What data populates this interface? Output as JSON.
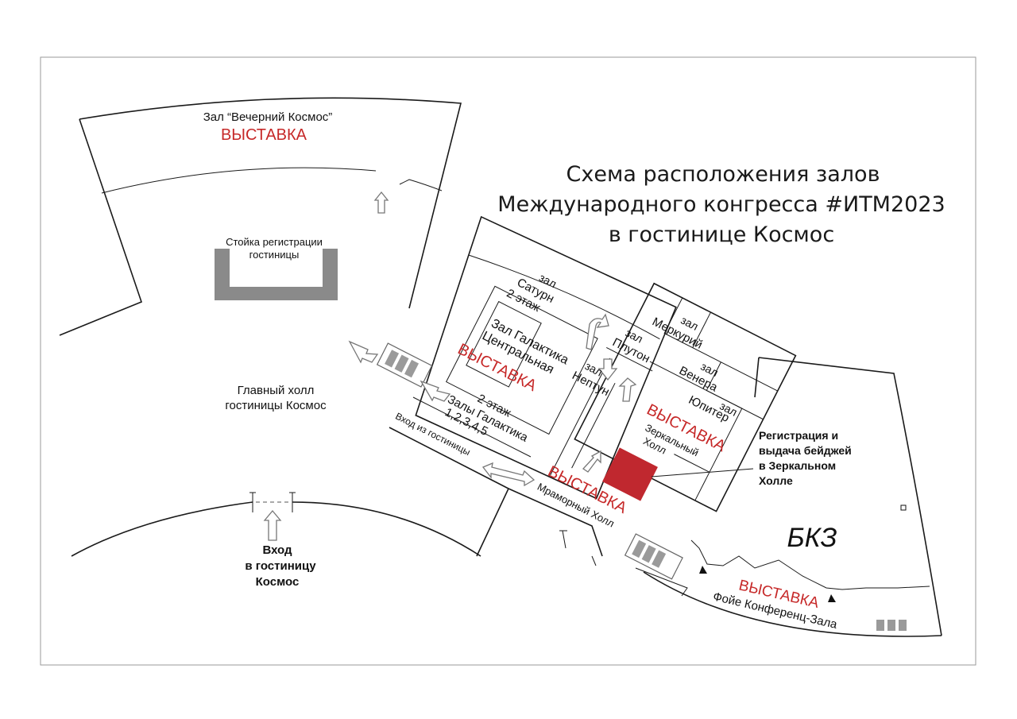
{
  "title": {
    "line1": "Схема расположения залов",
    "line2": "Международного конгресса #ИТМ2023",
    "line3": "в гостинице Космос"
  },
  "halls": {
    "vecherny_name": "Зал “Вечерний Космос”",
    "exhibition": "ВЫСТАВКА",
    "hotel_reception_1": "Стойка регистрации",
    "hotel_reception_2": "гостиницы",
    "main_hall_1": "Главный холл",
    "main_hall_2": "гостиницы Космос",
    "entrance_1": "Вход",
    "entrance_2": "в гостиницу",
    "entrance_3": "Космос",
    "saturn_1": "зал",
    "saturn_2": "Сатурн",
    "saturn_3": "2 этаж",
    "galaktika_1": "Зал Галактика",
    "galaktika_2": "Центральная",
    "galaktika_halls_1": "2 этаж",
    "galaktika_halls_2": "Залы Галактика",
    "galaktika_halls_3": "1,2,3,4,5",
    "hotel_exit": "Вход из гостиницы",
    "zal": "зал",
    "merkury": "Меркурий",
    "pluton": "Плутон",
    "venera": "Венера",
    "neptun": "Нептун",
    "jupiter": "Юпитер",
    "mirror_1": "Зеркальный",
    "mirror_2": "Холл",
    "marble": "Мраморный Холл",
    "registration_1": "Регистрация и",
    "registration_2": "выдача бейджей",
    "registration_3": "в Зеркальном",
    "registration_4": "Холле",
    "bkz": "БКЗ",
    "foyer": "Фойе Конференц-Зала"
  },
  "colors": {
    "accent_red": "#c62828",
    "registration_box": "#c0282f",
    "reception_gray": "#8a8a8a"
  }
}
